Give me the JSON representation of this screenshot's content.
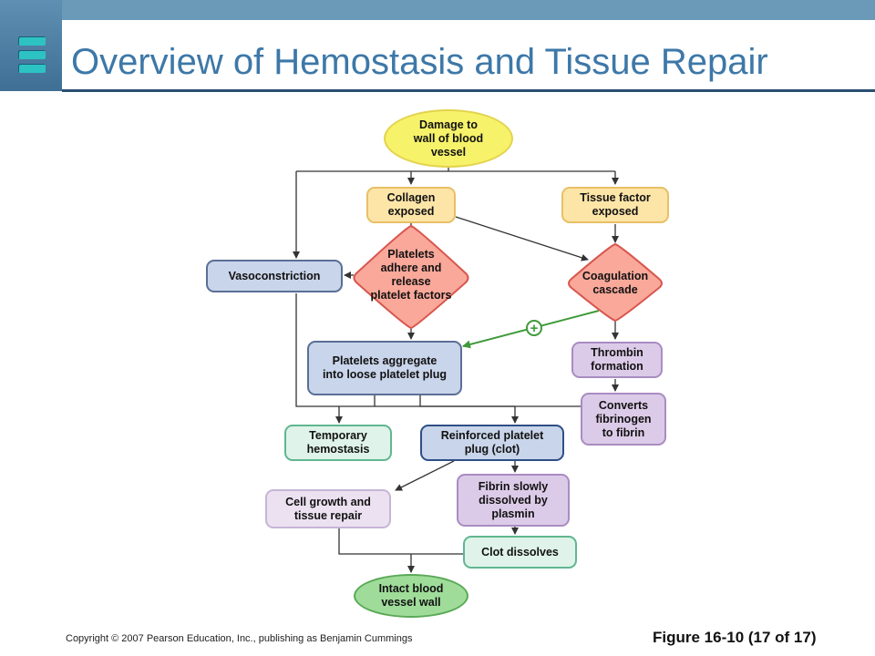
{
  "slide": {
    "title": "Overview of Hemostasis and Tissue Repair",
    "copyright": "Copyright © 2007 Pearson Education, Inc., publishing as Benjamin Cummings",
    "figure_label": "Figure 16-10 (17 of 17)"
  },
  "nodes": {
    "damage": "Damage to wall of blood vessel",
    "collagen": "Collagen exposed",
    "tissue_factor": "Tissue factor exposed",
    "vasoconstriction": "Vasoconstriction",
    "platelets_adhere": "Platelets adhere and release platelet factors",
    "coagulation": "Coagulation cascade",
    "platelets_aggregate": "Platelets aggregate into loose platelet plug",
    "thrombin": "Thrombin formation",
    "converts": "Converts fibrinogen to fibrin",
    "temporary": "Temporary hemostasis",
    "reinforced": "Reinforced platelet plug (clot)",
    "fibrin_dissolved": "Fibrin slowly dissolved by plasmin",
    "cell_growth": "Cell growth and tissue repair",
    "clot_dissolves": "Clot dissolves",
    "intact": "Intact blood vessel wall"
  },
  "plus_sign": "+",
  "colors": {
    "yellow": "#f6f26a",
    "orange": "#fde5a8",
    "red": "#f9a89a",
    "blue": "#c9d5ea",
    "purple": "#dccbe8",
    "green_light": "#dff3ea",
    "green": "#9fdc9a",
    "arrow_green": "#3f9a3a"
  }
}
